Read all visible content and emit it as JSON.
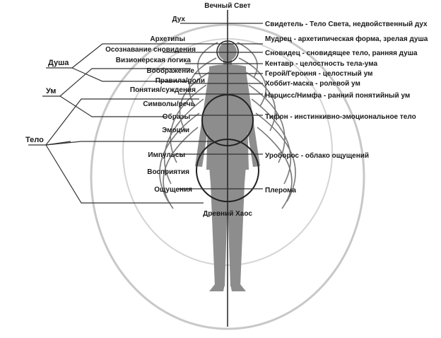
{
  "top_label": "Вечный Свет",
  "bottom_label": "Древний Хаос",
  "groups": {
    "soul": "Душа",
    "mind": "Ум",
    "body": "Тело"
  },
  "left_labels": {
    "spirit": "Дух",
    "archetypes": "Архетипы",
    "dream_awareness": "Осознавание сновидения",
    "visionary_logic": "Визионерская логика",
    "imagination": "Воображение",
    "rules_roles": "Правила/роли",
    "concepts": "Понятия/суждения",
    "symbols": "Символы/речь",
    "images": "Образы",
    "emotions": "Эмоции",
    "impulses": "Импульсы",
    "perception": "Восприятия",
    "sensations": "Ощущения"
  },
  "right_labels": {
    "witness": "Свидетель - Тело Света, недвойственный дух",
    "sage": "Мудрец - архетипическая форма, зрелая душа",
    "dreamer": "Сновидец - сновидящее тело, ранняя душа",
    "centaur": "Кентавр - целостность тела-ума",
    "hero": "Герой/Героиня - целостный ум",
    "hobbit": "Хоббит-маска - ролевой ум",
    "narcissus": "Нарцисс/Нимфа - ранний понятийный ум",
    "typhon": "Тифон - инстинкивно-эмоциональное тело",
    "uroboros": "Уроборос - облако ощущений",
    "pleroma": "Плерома"
  }
}
